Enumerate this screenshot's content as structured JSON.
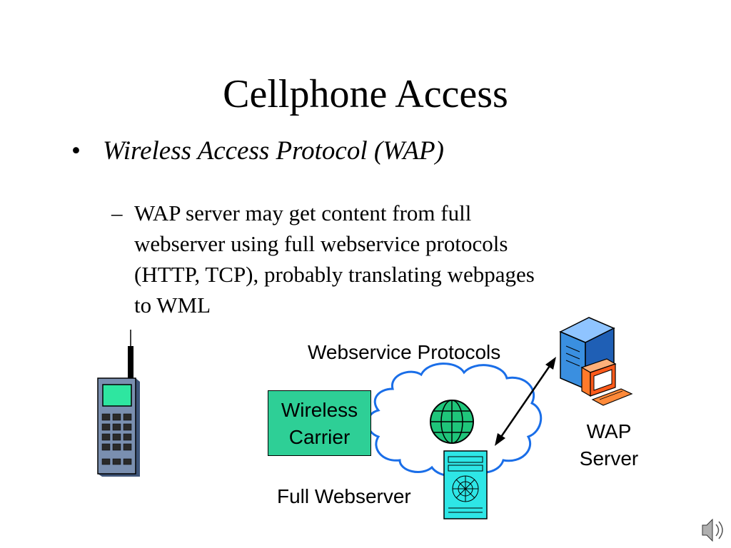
{
  "slide": {
    "title": "Cellphone Access",
    "bullet": {
      "marker": "•",
      "text": "Wireless Access Protocol (WAP)"
    },
    "sub_bullet": {
      "marker": "–",
      "lines": [
        "WAP server may get content from full",
        "webserver using full webservice protocols",
        "(HTTP, TCP), probably translating webpages",
        "to WML"
      ]
    }
  },
  "diagram": {
    "webservice_protocols_label": "Webservice Protocols",
    "wireless_carrier": {
      "lines": [
        "Wireless",
        "Carrier"
      ],
      "color": "#2ecf96"
    },
    "wap_server": {
      "lines": [
        "WAP",
        "Server"
      ]
    },
    "full_webserver_label": "Full Webserver",
    "icons": [
      "cellphone-icon",
      "cloud-icon",
      "globe-icon",
      "wap-server-computer-icon",
      "full-webserver-icon",
      "speaker-icon",
      "double-arrow-icon"
    ],
    "colors": {
      "cloud_stroke": "#1a6ee8",
      "globe_fill": "#1fc57a",
      "webserver_fill": "#2ee6e6",
      "phone_body": "#7a8fb0",
      "server_tower": "#3a8fe0",
      "monitor": "#ff7a2a"
    }
  }
}
